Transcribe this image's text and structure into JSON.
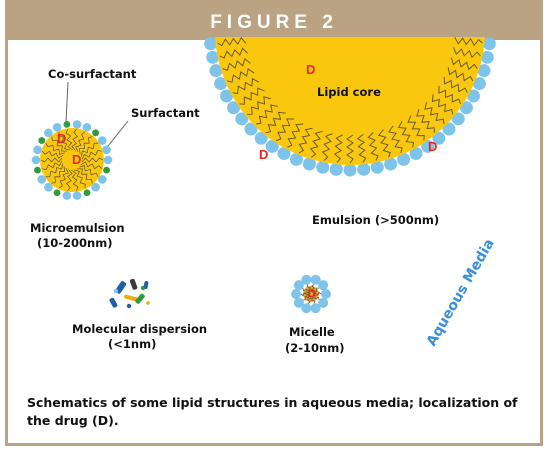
{
  "figure": {
    "title": "FIGURE 2",
    "caption": "Schematics of some lipid structures in aqueous media; localization of the drug (D)."
  },
  "labels": {
    "co_surfactant": "Co-surfactant",
    "surfactant": "Surfactant",
    "lipid_core": "Lipid core",
    "microemulsion": "Microemulsion",
    "microemulsion_size": "(10-200nm)",
    "emulsion": "Emulsion (>500nm)",
    "molecular_dispersion": "Molecular dispersion",
    "molecular_dispersion_size": "(<1nm)",
    "micelle": "Micelle",
    "micelle_size": "(2-10nm)",
    "aqueous_media": "Aqueous Media",
    "drug": "D"
  },
  "colors": {
    "border": "#b9a382",
    "lipid": "#f9c80e",
    "surfactant_head": "#7ec4ea",
    "co_surfactant_head": "#2e9b3e",
    "drug": "#e8281e",
    "aqueous_text": "#3a8fd6"
  }
}
